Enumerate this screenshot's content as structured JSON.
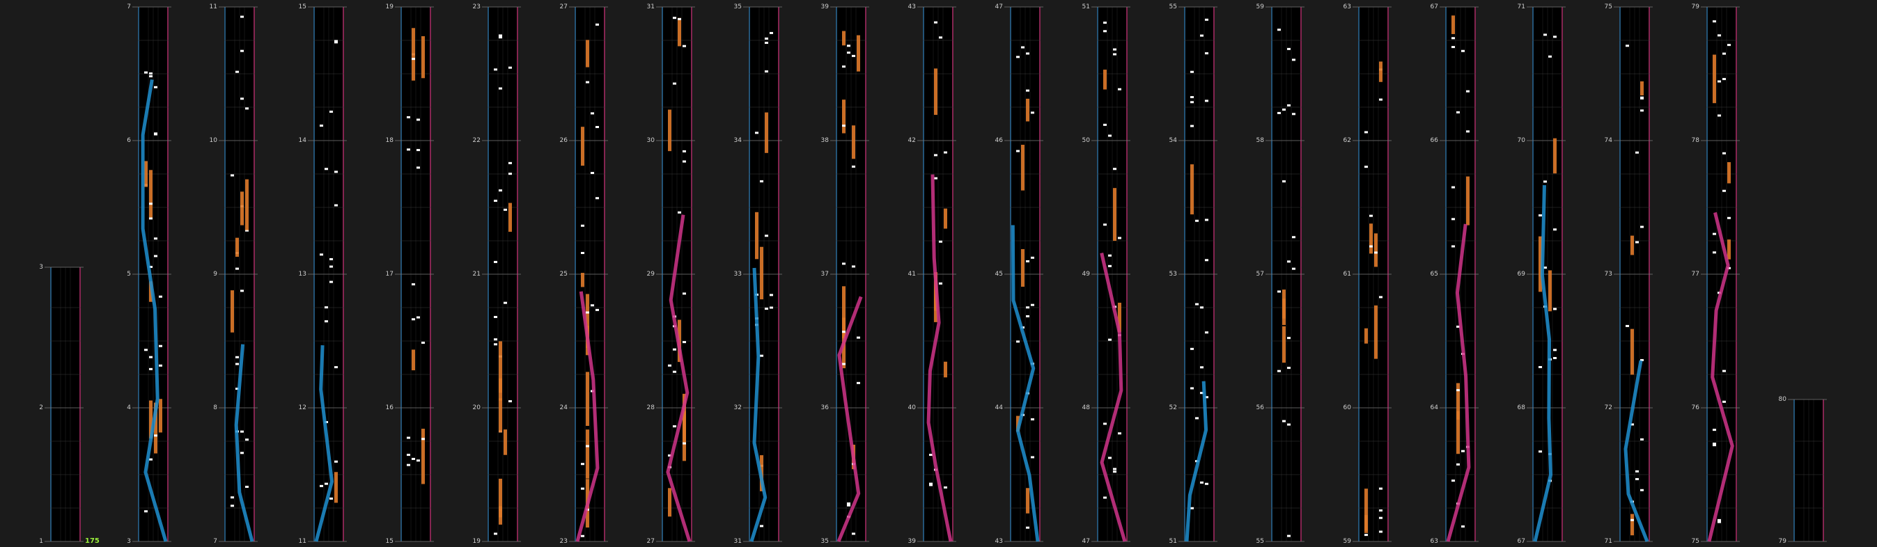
{
  "bpm_label": "175",
  "colors": {
    "background": "#1b1b1b",
    "lane": "#000000",
    "grid": "#3a3a3a",
    "left_border": "#2f6f9e",
    "right_border": "#b0306a",
    "note": "#ffffff",
    "long_note": "#e07a2a",
    "laser_left": "#1e8fd0",
    "laser_right": "#d0348a",
    "bpm": "#9bf03c"
  },
  "columns": [
    {
      "bottom_measure": 1,
      "top_measure": 3,
      "measures": [
        1,
        2,
        3
      ]
    },
    {
      "bottom_measure": 3,
      "top_measure": 7,
      "measures": [
        3,
        4,
        5,
        6,
        7
      ]
    },
    {
      "bottom_measure": 7,
      "top_measure": 11,
      "measures": [
        7,
        8,
        9,
        10,
        11
      ]
    },
    {
      "bottom_measure": 11,
      "top_measure": 15,
      "measures": [
        11,
        12,
        13,
        14,
        15
      ]
    },
    {
      "bottom_measure": 15,
      "top_measure": 19,
      "measures": [
        15,
        16,
        17,
        18,
        19
      ]
    },
    {
      "bottom_measure": 19,
      "top_measure": 23,
      "measures": [
        19,
        20,
        21,
        22,
        23
      ]
    },
    {
      "bottom_measure": 23,
      "top_measure": 27,
      "measures": [
        23,
        24,
        25,
        26,
        27
      ]
    },
    {
      "bottom_measure": 27,
      "top_measure": 31,
      "measures": [
        27,
        28,
        29,
        30,
        31
      ]
    },
    {
      "bottom_measure": 31,
      "top_measure": 35,
      "measures": [
        31,
        32,
        33,
        34,
        35
      ]
    },
    {
      "bottom_measure": 35,
      "top_measure": 39,
      "measures": [
        35,
        36,
        37,
        38,
        39
      ]
    },
    {
      "bottom_measure": 39,
      "top_measure": 43,
      "measures": [
        39,
        40,
        41,
        42,
        43
      ]
    },
    {
      "bottom_measure": 43,
      "top_measure": 47,
      "measures": [
        43,
        44,
        45,
        46,
        47
      ]
    },
    {
      "bottom_measure": 47,
      "top_measure": 51,
      "measures": [
        47,
        48,
        49,
        50,
        51
      ]
    },
    {
      "bottom_measure": 51,
      "top_measure": 55,
      "measures": [
        51,
        52,
        53,
        54,
        55
      ]
    },
    {
      "bottom_measure": 55,
      "top_measure": 59,
      "measures": [
        55,
        56,
        57,
        58,
        59
      ]
    },
    {
      "bottom_measure": 59,
      "top_measure": 63,
      "measures": [
        59,
        60,
        61,
        62,
        63
      ]
    },
    {
      "bottom_measure": 63,
      "top_measure": 67,
      "measures": [
        63,
        64,
        65,
        66,
        67
      ]
    },
    {
      "bottom_measure": 67,
      "top_measure": 71,
      "measures": [
        67,
        68,
        69,
        70,
        71
      ]
    },
    {
      "bottom_measure": 71,
      "top_measure": 75,
      "measures": [
        71,
        72,
        73,
        74,
        75
      ]
    },
    {
      "bottom_measure": 75,
      "top_measure": 79,
      "measures": [
        75,
        76,
        77,
        78,
        79
      ]
    },
    {
      "bottom_measure": 79,
      "top_measure": 80,
      "measures": [
        79,
        80
      ]
    }
  ]
}
